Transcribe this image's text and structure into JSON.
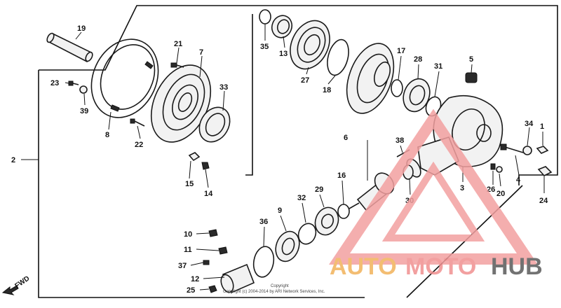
{
  "diagram": {
    "parts": [
      {
        "id": "p1",
        "label": "1"
      },
      {
        "id": "p2",
        "label": "2"
      },
      {
        "id": "p3",
        "label": "3"
      },
      {
        "id": "p4",
        "label": "4"
      },
      {
        "id": "p5",
        "label": "5"
      },
      {
        "id": "p6",
        "label": "6"
      },
      {
        "id": "p7",
        "label": "7"
      },
      {
        "id": "p8",
        "label": "8"
      },
      {
        "id": "p9",
        "label": "9"
      },
      {
        "id": "p10",
        "label": "10"
      },
      {
        "id": "p11",
        "label": "11"
      },
      {
        "id": "p12",
        "label": "12"
      },
      {
        "id": "p13",
        "label": "13"
      },
      {
        "id": "p14",
        "label": "14"
      },
      {
        "id": "p15",
        "label": "15"
      },
      {
        "id": "p16",
        "label": "16"
      },
      {
        "id": "p17",
        "label": "17"
      },
      {
        "id": "p18",
        "label": "18"
      },
      {
        "id": "p19",
        "label": "19"
      },
      {
        "id": "p20",
        "label": "20"
      },
      {
        "id": "p21",
        "label": "21"
      },
      {
        "id": "p22",
        "label": "22"
      },
      {
        "id": "p23",
        "label": "23"
      },
      {
        "id": "p24",
        "label": "24"
      },
      {
        "id": "p25",
        "label": "25"
      },
      {
        "id": "p26",
        "label": "26"
      },
      {
        "id": "p27",
        "label": "27"
      },
      {
        "id": "p28",
        "label": "28"
      },
      {
        "id": "p29",
        "label": "29"
      },
      {
        "id": "p30",
        "label": "30"
      },
      {
        "id": "p31",
        "label": "31"
      },
      {
        "id": "p32",
        "label": "32"
      },
      {
        "id": "p33",
        "label": "33"
      },
      {
        "id": "p34",
        "label": "34"
      },
      {
        "id": "p35",
        "label": "35"
      },
      {
        "id": "p36",
        "label": "36"
      },
      {
        "id": "p37",
        "label": "37"
      },
      {
        "id": "p38",
        "label": "38"
      },
      {
        "id": "p39",
        "label": "39"
      }
    ],
    "fwd_label": "FWD",
    "copyright_line1": "Copyright",
    "copyright_line2": "Copyright (c) 2004-2014 by ARI Network Services, Inc."
  },
  "watermark": {
    "auto": "AUTO",
    "moto": "MOTO",
    "hub": "HUB",
    "colors": {
      "auto": "#f2b25a",
      "moto": "#f09090",
      "hub": "#5a5a5a",
      "triangle": "#f3a0a0"
    }
  }
}
